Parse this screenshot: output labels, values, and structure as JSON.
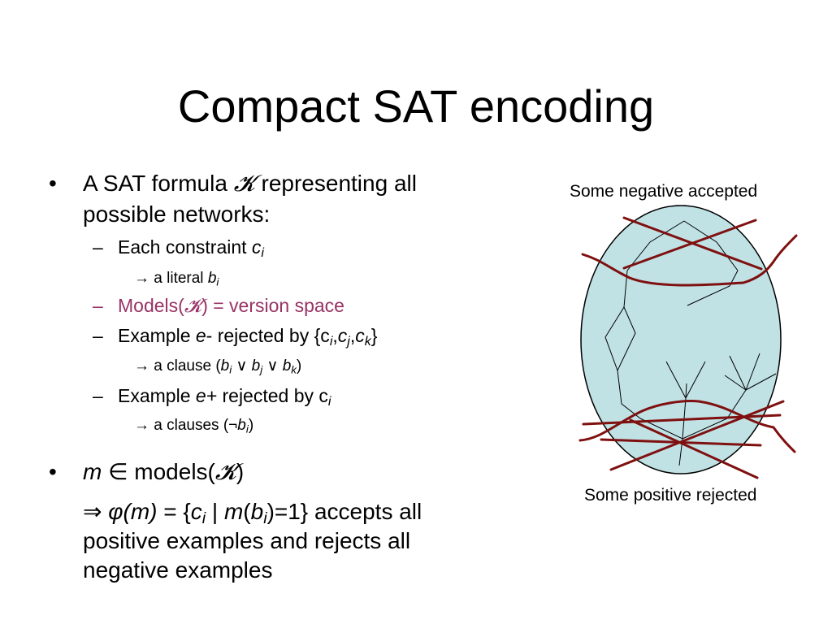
{
  "title": "Compact SAT encoding",
  "bullets": {
    "b1_part1": "A SAT formula ",
    "b1_symbol": "𝓚",
    "b1_part2": " representing all",
    "b1_line2": "possible networks:",
    "s1_text": "Each constraint ",
    "s1_var": "c",
    "s1_sub": "i",
    "s1a_arrow": "→",
    "s1a_text": " a literal ",
    "s1a_var": "b",
    "s1a_sub": "i",
    "s2_text_before": "Models(",
    "s2_symbol": "𝓚",
    "s2_text_after": ") = version space",
    "s3_text1": "Example ",
    "s3_var_e": "e",
    "s3_text2": "- rejected by {c",
    "s3_sub_i": "i",
    "s3_comma1": ",",
    "s3_var_c1": "c",
    "s3_sub_j": "j",
    "s3_comma2": ",",
    "s3_var_c2": "c",
    "s3_sub_k": "k",
    "s3_close": "}",
    "s3a_arrow": "→",
    "s3a_text1": " a clause (",
    "s3a_b1": "b",
    "s3a_sub_i": "i",
    "s3a_or1": " ∨ ",
    "s3a_b2": "b",
    "s3a_sub_j": "j",
    "s3a_or2": " ∨ ",
    "s3a_b3": "b",
    "s3a_sub_k": "k",
    "s3a_close": ")",
    "s4_text1": "Example ",
    "s4_var_e": "e+",
    "s4_text2": " rejected by c",
    "s4_sub": "i",
    "s4a_arrow": "→",
    "s4a_text1": " a clauses (",
    "s4a_not": "¬",
    "s4a_b": "b",
    "s4a_sub": "i",
    "s4a_close": ")",
    "b2_var_m": "m",
    "b2_in": " ∈ ",
    "b2_text": " models(",
    "b2_symbol": "𝓚",
    "b2_close": ")",
    "b3_implies": "⇒ ",
    "b3_phi": "φ(m)",
    "b3_eq": " = {",
    "b3_c": "c",
    "b3_c_sub": "i",
    "b3_bar": " | ",
    "b3_m": "m",
    "b3_paren": "(",
    "b3_b": "b",
    "b3_b_sub": "i",
    "b3_rest": ")=1} accepts all",
    "b3_line2": "positive examples and rejects all",
    "b3_line3": "negative examples"
  },
  "figure": {
    "caption_top": "Some negative accepted",
    "caption_bottom": "Some positive rejected",
    "ellipse_fill": "#c0e2e5",
    "curve_color": "#7f1010"
  }
}
